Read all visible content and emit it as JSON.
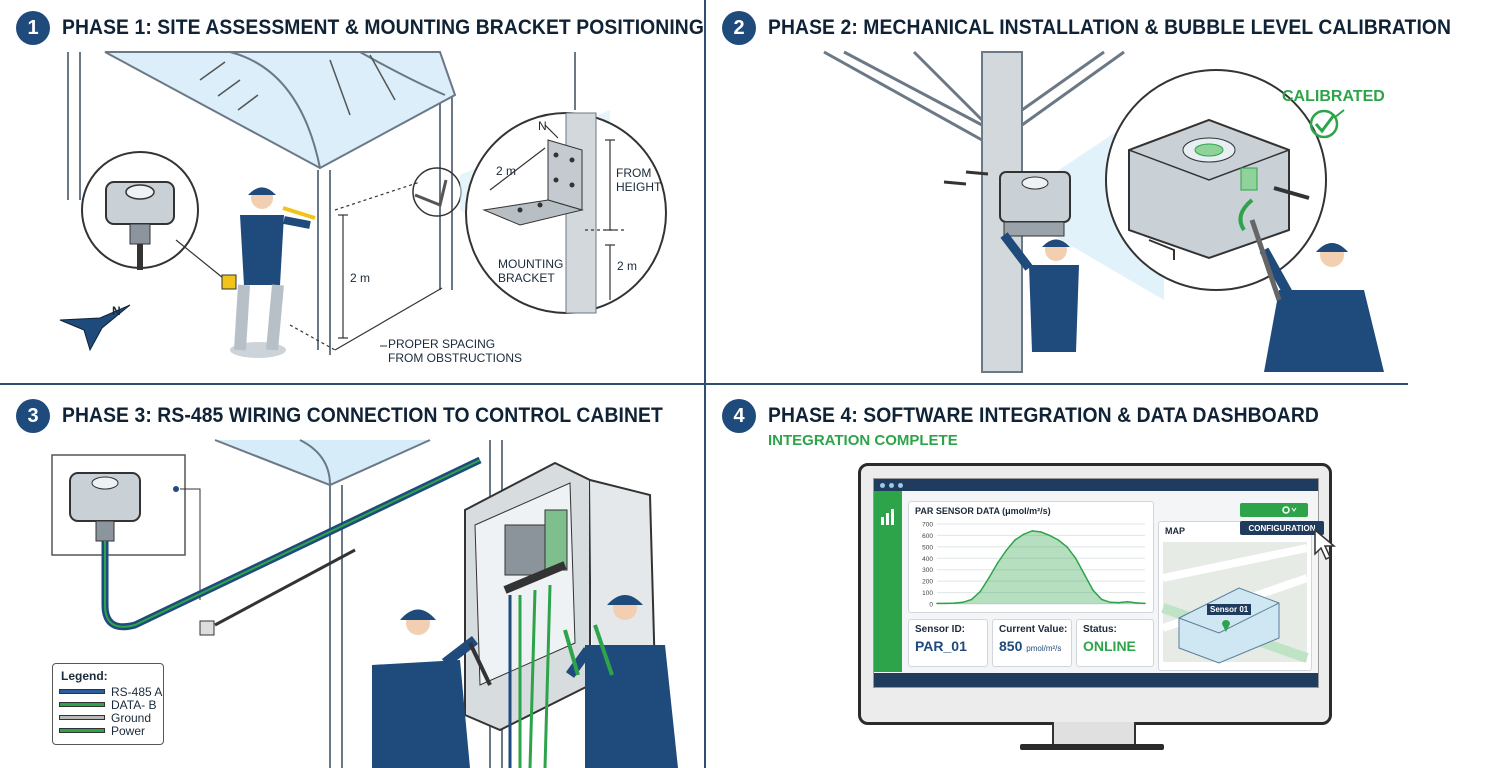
{
  "phases": [
    {
      "num": "1",
      "title": "PHASE 1: SITE ASSESSMENT & MOUNTING BRACKET POSITIONING"
    },
    {
      "num": "2",
      "title": "PHASE 2: MECHANICAL INSTALLATION & BUBBLE LEVEL CALIBRATION"
    },
    {
      "num": "3",
      "title": "PHASE 3: RS-485 WIRING CONNECTION TO CONTROL CABINET"
    },
    {
      "num": "4",
      "title": "PHASE 4: SOFTWARE INTEGRATION & DATA DASHBOARD"
    }
  ],
  "phase1": {
    "north": "N",
    "compass_n": "N",
    "dim_2m_left": "2 m",
    "dim_2m_top": "2 m",
    "dim_2m_right": "2 m",
    "from_height": [
      "FROM",
      "HEIGHT"
    ],
    "mounting_bracket": [
      "MOUNTING",
      "BRACKET"
    ],
    "spacing": [
      "PROPER SPACING",
      "FROM OBSTRUCTIONS"
    ]
  },
  "phase2": {
    "calibrated": "CALIBRATED"
  },
  "phase3": {
    "legend_title": "Legend:",
    "legend": [
      {
        "label": "RS-485 A",
        "color": "#2a5d9a"
      },
      {
        "label": "DATA- B",
        "color": "#2ea44a"
      },
      {
        "label": "Ground",
        "color": "#b8b8b8"
      },
      {
        "label": "Power",
        "color": "#2ea44a"
      }
    ]
  },
  "phase4": {
    "status_banner": "INTEGRATION COMPLETE",
    "chart_title": "PAR SENSOR DATA (μmol/m²/s)",
    "map_title": "MAP",
    "config_button": "CONFIGURATION",
    "map_marker": "Sensor 01",
    "sensor_id_label": "Sensor ID:",
    "sensor_id_value": "PAR_01",
    "current_label": "Current Value:",
    "current_value": "850",
    "current_unit": "pmol/m²/s",
    "status_label": "Status:",
    "status_value": "ONLINE"
  },
  "chart_data": {
    "type": "area",
    "title": "PAR SENSOR DATA (μmol/m²/s)",
    "yticks": [
      "700",
      "600",
      "500",
      "400",
      "300",
      "200",
      "100",
      "0"
    ],
    "ylim": [
      0,
      700
    ],
    "x": [
      0,
      1,
      2,
      3,
      4,
      5,
      6,
      7,
      8,
      9,
      10,
      11,
      12,
      13,
      14,
      15,
      16,
      17,
      18,
      19,
      20,
      21,
      22,
      23,
      24
    ],
    "values": [
      5,
      6,
      8,
      15,
      40,
      110,
      230,
      360,
      470,
      560,
      610,
      640,
      630,
      600,
      560,
      500,
      400,
      260,
      120,
      40,
      15,
      12,
      20,
      10,
      5
    ],
    "color": "#2ea44a"
  }
}
